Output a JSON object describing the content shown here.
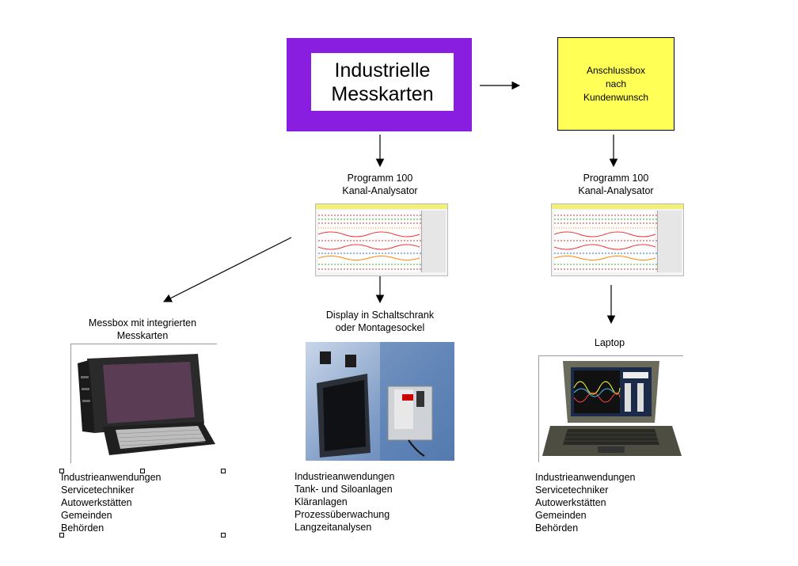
{
  "boxes": {
    "cards": [
      "Industrielle",
      "Messkarten"
    ],
    "anschlussbox": [
      "Anschlussbox",
      "nach",
      "Kundenwunsch"
    ]
  },
  "program_left": "Programm 100\nKanal-Analysator",
  "program_right": "Programm 100\nKanal-Analysator",
  "devices": {
    "messbox": "Messbox mit integrierten\nMesskarten",
    "display": "Display in Schaltschrank\noder Montagesockel",
    "laptop": "Laptop"
  },
  "lists": {
    "messbox": "Industrieanwendungen\nServicetechniker\nAutowerkstätten\nGemeinden\nBehörden",
    "display": "Industrieanwendungen\nTank- und Siloanlagen\nKläranlagen\nProzessüberwachung\nLangzeitanalysen",
    "laptop": "Industrieanwendungen\nServicetechniker\nAutowerkstätten\nGemeinden\nBehörden"
  },
  "colors": {
    "purple": "#8a1ee0",
    "yellow": "#ffff55"
  },
  "icons": [
    "program-screenshot",
    "rugged-luggable-pc-photo",
    "panel-display-photo",
    "rugged-laptop-photo"
  ]
}
